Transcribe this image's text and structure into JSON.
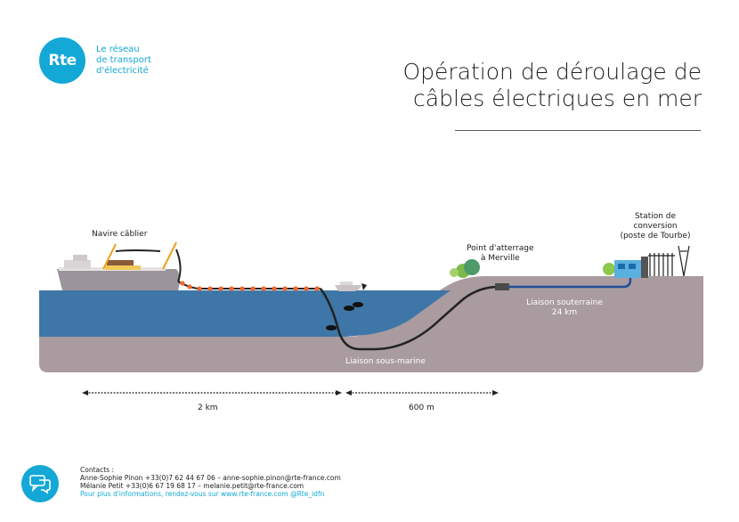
{
  "brand": {
    "logo_text": "Rte",
    "lines": [
      "Le réseau",
      "de transport",
      "d'électricité"
    ]
  },
  "title": {
    "line1": "Opération de déroulage de",
    "line2": "câbles électriques en mer"
  },
  "diagram": {
    "labels": {
      "navire": "Navire câblier",
      "atterrage_line1": "Point d'atterrage",
      "atterrage_line2": "à Merville",
      "station_line1": "Station de",
      "station_line2": "conversion",
      "station_line3": "(poste de Tourbe)",
      "souterraine_line1": "Liaison souterraine",
      "souterraine_line2": "24 km",
      "sous_marine": "Liaison sous-marine"
    },
    "distances": {
      "sea": "2 km",
      "land": "600 m"
    }
  },
  "contacts": {
    "heading": "Contacts :",
    "line1": "Anne-Sophie Pinon +33(0)7 62 44 67 06 – anne-sophie.pinon@rte-france.com",
    "line2": "Mélanie Petit +33(0)6 67 19 68 17 – melanie.petit@rte-france.com",
    "line3": "Pour plus d'informations, rendez-vous sur www.rte-france.com @Rte_idfn"
  },
  "colors": {
    "brand": "#13a8d6",
    "sea": "#3f76a8",
    "ground": "#a99ba0",
    "cable_float": "#f26a2a"
  }
}
